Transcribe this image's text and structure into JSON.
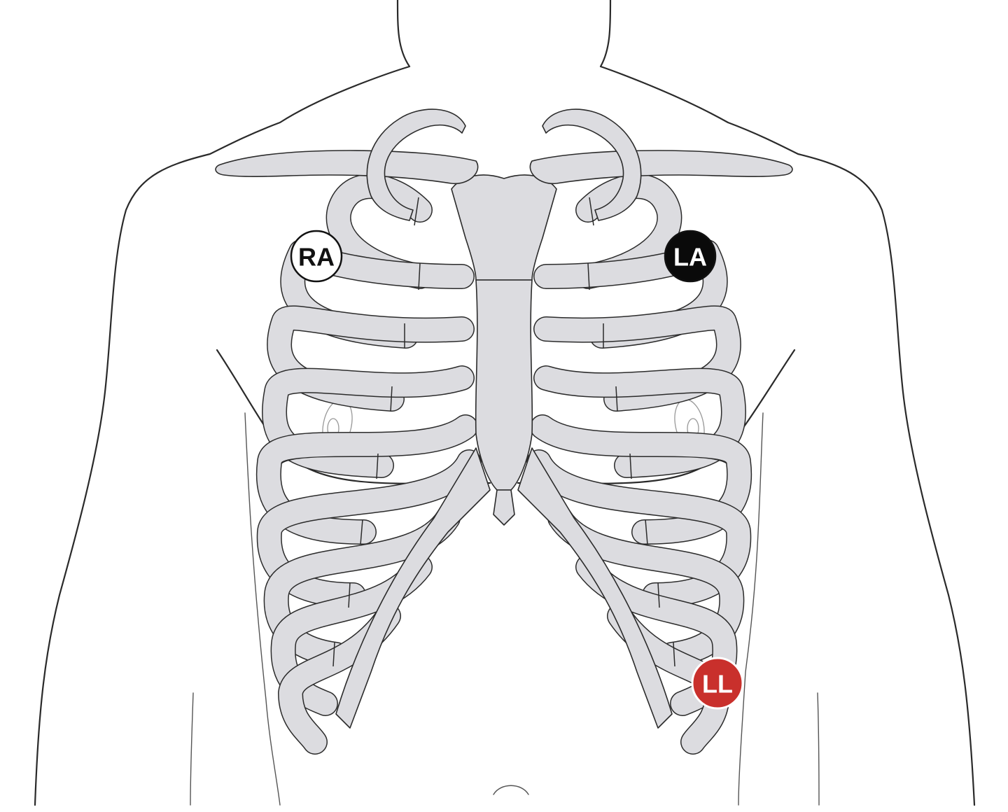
{
  "electrodes": {
    "ra": {
      "label": "RA",
      "fill": "#ffffff",
      "text_color": "#111111"
    },
    "la": {
      "label": "LA",
      "fill": "#0a0a0a",
      "text_color": "#ffffff"
    },
    "ll": {
      "label": "LL",
      "fill": "#c9302c",
      "text_color": "#ffffff"
    }
  }
}
